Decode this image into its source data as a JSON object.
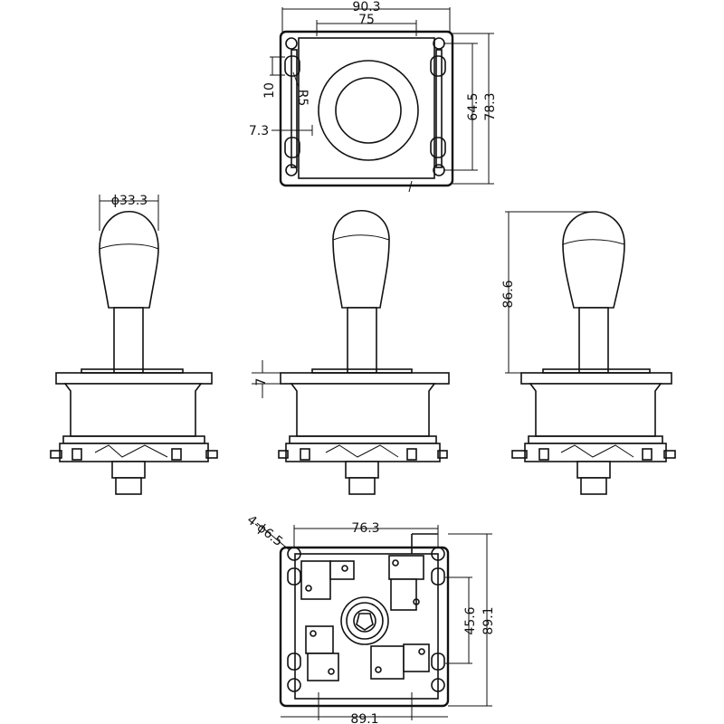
{
  "dimensions": {
    "top_width_outer": "90.3",
    "top_width_inner": "75",
    "slot_length": "10",
    "corner_radius": "R5",
    "slot_offset": "7.3",
    "top_hole_spacing": "64.5",
    "top_height_outer": "78.3",
    "ball_diameter": "ϕ33.3",
    "plate_thickness": "7",
    "total_height": "86.6",
    "bottom_holes": "4-ϕ6.5",
    "bottom_hole_spacing_x": "76.3",
    "bottom_hole_spacing_y": "45.6",
    "bottom_height": "89.1",
    "bottom_width": "89.1"
  }
}
